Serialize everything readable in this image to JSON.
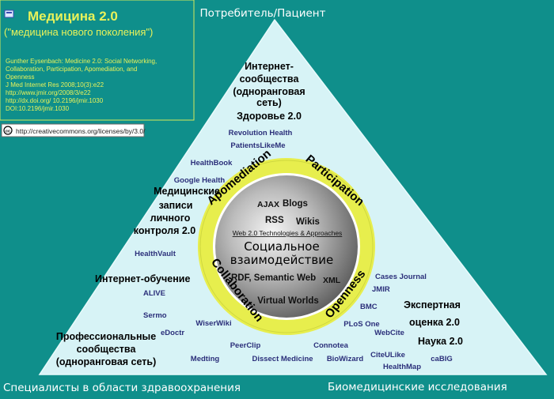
{
  "title_box": {
    "title": "Медицина 2.0",
    "subtitle": "(\"медицина нового поколения\")",
    "ref_lines": [
      "Gunther Eysenbach: Medicine 2.0: Social Networking,",
      "Collaboration, Participation, Apomediation, and",
      "Openness",
      "J Med Internet Res 2008;10(3):e22",
      "http://www.jmir.org/2008/3/e22",
      "http://dx.doi.org/ 10.2196/jmir.1030",
      "DOI:10.2196/jmir.1030"
    ]
  },
  "license_url": "http://creativecommons.org/licenses/by/3.0/",
  "corners": {
    "top": "Потребитель/Пациент",
    "bottom_left": "Специалисты в области здравоохранения",
    "bottom_right": "Биомедицинские исследования"
  },
  "ring_words": [
    "Apomediation",
    "Participation",
    "Collaboration",
    "Openness"
  ],
  "center": {
    "ajax": "AJAX",
    "blogs": "Blogs",
    "rss": "RSS",
    "wikis": "Wikis",
    "tech": "Web 2.0 Technologies & Approaches",
    "social_1": "Социальное",
    "social_2": "взаимодействие",
    "rdf": "RDF, Semantic Web",
    "xml": "XML",
    "virtual": "Virtual Worlds"
  },
  "labels": {
    "communities": [
      "Интернет-",
      "сообщества",
      "(одноранговая",
      "сеть)",
      "Здоровье 2.0"
    ],
    "records": [
      "Медицинские",
      "записи",
      "личного",
      "контроля 2.0"
    ],
    "elearning": "Интернет-обучение",
    "professional": [
      "Профессиональные",
      "сообщества",
      "(одноранговая сеть)"
    ],
    "expert": [
      "Экспертная",
      "оценка 2.0"
    ],
    "science": "Наука 2.0"
  },
  "sites": {
    "revolution": "Revolution Health",
    "patientslikeme": "PatientsLikeMe",
    "healthbook": "HealthBook",
    "googlehealth": "Google Health",
    "healthvault": "HealthVault",
    "alive": "ALIVE",
    "sermo": "Sermo",
    "edoctr": "eDoctr",
    "wiserwiki": "WiserWiki",
    "peerclip": "PeerClip",
    "medting": "Medting",
    "dissect": "Dissect Medicine",
    "connotea": "Connotea",
    "biowizard": "BioWizard",
    "casesjournal": "Cases Journal",
    "jmir": "JMIR",
    "bmc": "BMC",
    "plos": "PLoS One",
    "webcite": "WebCite",
    "citeulike": "CiteULike",
    "cabig": "caBIG",
    "healthmap": "HealthMap"
  }
}
